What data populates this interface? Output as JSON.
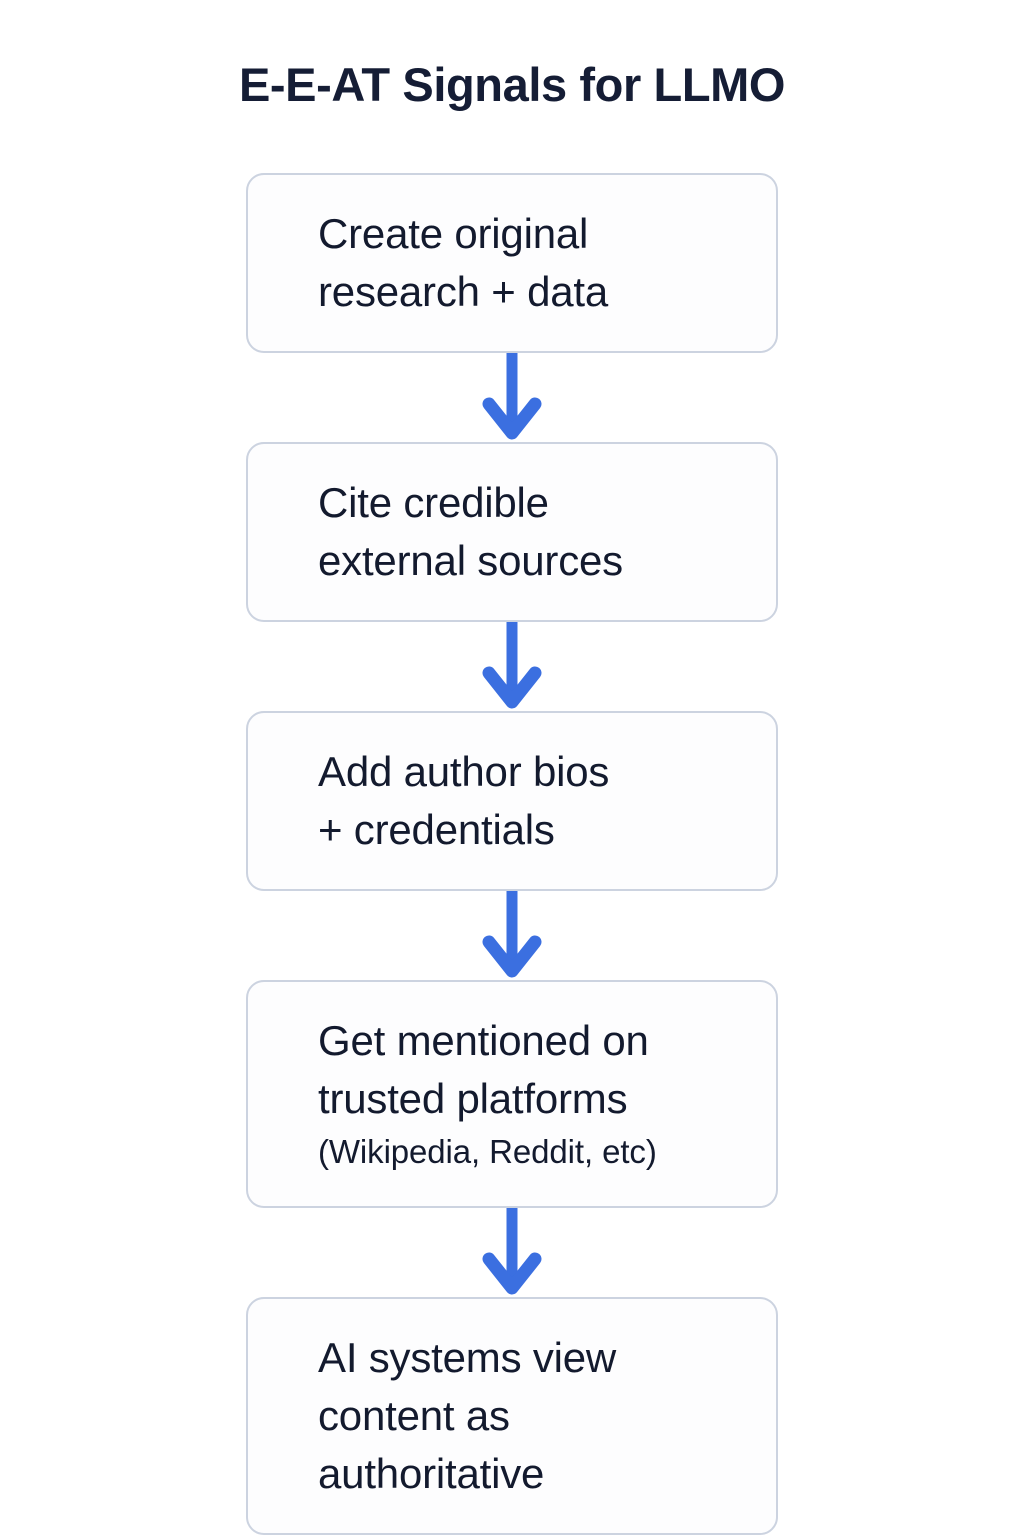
{
  "page": {
    "title": "E-E-AT Signals for LLMO",
    "background_color": "#ffffff",
    "text_color": "#131a2e",
    "title_color": "#151d35"
  },
  "theme": {
    "node_fill": "#fdfdfe",
    "node_border": "#ccd3e0",
    "arrow_color": "#3b6fe0"
  },
  "flow": {
    "type": "flowchart-vertical",
    "arrow_icon": "arrow-down-icon",
    "nodes": [
      {
        "id": "create-original-research",
        "lines": [
          {
            "text": "Create original",
            "size": "large"
          },
          {
            "text": "research + data",
            "size": "large"
          }
        ]
      },
      {
        "id": "cite-credible-sources",
        "lines": [
          {
            "text": "Cite credible",
            "size": "large"
          },
          {
            "text": "external sources",
            "size": "large"
          }
        ]
      },
      {
        "id": "add-author-bios",
        "lines": [
          {
            "text": "Add author bios",
            "size": "large"
          },
          {
            "text": "+ credentials",
            "size": "large"
          }
        ]
      },
      {
        "id": "get-mentioned-trusted-platforms",
        "lines": [
          {
            "text": "Get mentioned on",
            "size": "large"
          },
          {
            "text": "trusted platforms",
            "size": "large"
          },
          {
            "text": "(Wikipedia, Reddit, etc)",
            "size": "small"
          }
        ]
      },
      {
        "id": "ai-systems-view-authoritative",
        "lines": [
          {
            "text": "AI systems view",
            "size": "large"
          },
          {
            "text": "content as",
            "size": "large"
          },
          {
            "text": "authoritative",
            "size": "large"
          }
        ]
      }
    ]
  }
}
